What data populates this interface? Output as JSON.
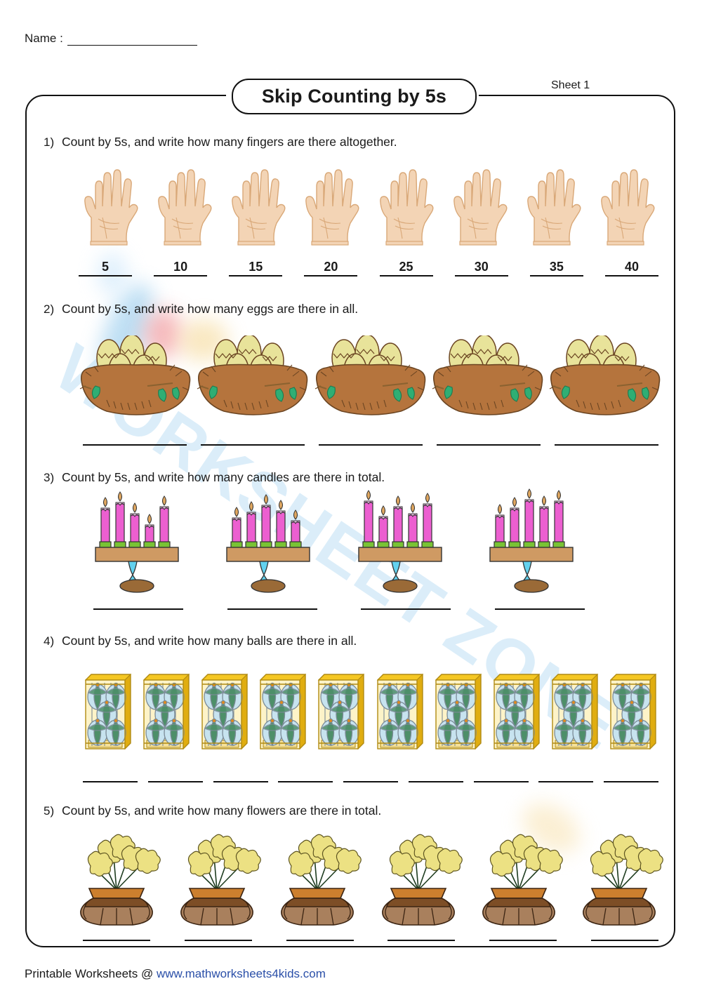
{
  "header": {
    "name_label": "Name :",
    "sheet_label": "Sheet 1",
    "title": "Skip Counting by 5s"
  },
  "footer": {
    "prefix": "Printable Worksheets @ ",
    "url": "www.mathworksheets4kids.com"
  },
  "watermark": {
    "text": "WORKSHEET ZONE"
  },
  "colors": {
    "skin": "#f3d4b5",
    "skin_outline": "#d9a878",
    "nest_brown": "#b5743d",
    "egg_yellow": "#e8e39a",
    "leaf_green": "#2fae74",
    "candle_pink": "#ec5fd0",
    "candle_holder_green": "#79c334",
    "candle_bar": "#cf9a63",
    "candle_stand": "#63d2ef",
    "candle_base": "#9a6a37",
    "flame": "#e0a760",
    "crate_yellow": "#f5c723",
    "ball_green": "#4d8f69",
    "ball_blue": "#c7e3ef",
    "flower_yellow": "#ece183",
    "pot_top": "#cc7f2e",
    "pot_mid": "#7d4e26",
    "pot_bot": "#a9805d",
    "link_blue": "#2a4fa8",
    "ink": "#111111"
  },
  "questions": [
    {
      "number": "1)",
      "text": "Count by 5s, and write how many fingers are there altogether.",
      "icon": "hand-icon",
      "item_count": 8,
      "items_per_icon": 5,
      "answers": [
        "5",
        "10",
        "15",
        "20",
        "25",
        "30",
        "35",
        "40"
      ],
      "answers_filled": true
    },
    {
      "number": "2)",
      "text": "Count by 5s, and write how many eggs are there in all.",
      "icon": "nest-eggs-icon",
      "item_count": 5,
      "items_per_icon": 5,
      "answers": [
        "",
        "",
        "",
        "",
        ""
      ],
      "answers_filled": false
    },
    {
      "number": "3)",
      "text": "Count by 5s, and write how many candles are there in total.",
      "icon": "candle-stand-icon",
      "item_count": 4,
      "items_per_icon": 5,
      "answers": [
        "",
        "",
        "",
        ""
      ],
      "answers_filled": false
    },
    {
      "number": "4)",
      "text": "Count by 5s, and write how many balls are there in all.",
      "icon": "ball-crate-icon",
      "item_count": 9,
      "items_per_icon": 5,
      "answers": [
        "",
        "",
        "",
        "",
        "",
        "",
        "",
        "",
        ""
      ],
      "answers_filled": false
    },
    {
      "number": "5)",
      "text": "Count by 5s, and write how many flowers are there in total.",
      "icon": "flower-pot-icon",
      "item_count": 6,
      "items_per_icon": 5,
      "answers": [
        "",
        "",
        "",
        "",
        "",
        ""
      ],
      "answers_filled": false
    }
  ]
}
